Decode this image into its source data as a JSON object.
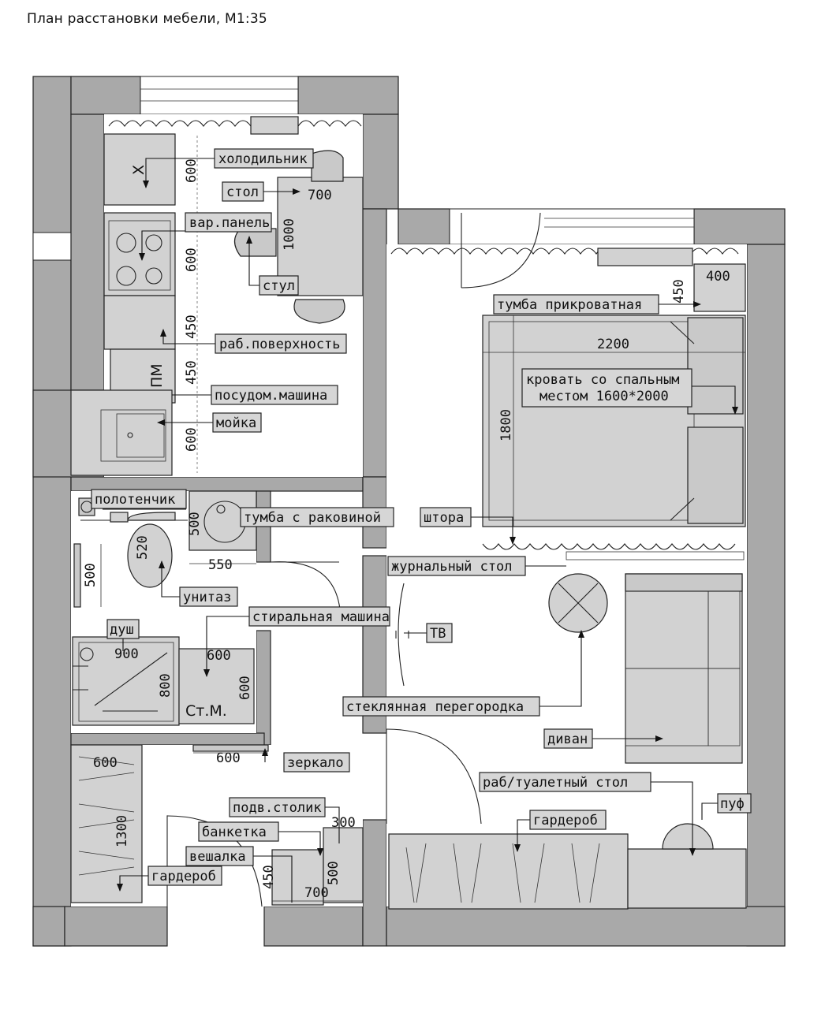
{
  "title": "План расстановки мебели, М1:35",
  "labels": {
    "holodilnik": "холодильник",
    "stol": "стол",
    "var_panel": "вар.панель",
    "stul": "стул",
    "rab_poverhnost": "раб.поверхность",
    "posudom": "посудом.машина",
    "moika": "мойка",
    "polotenchik": "полотенчик",
    "tumba_rakovina": "тумба с раковиной",
    "unitaz": "унитаз",
    "stiralnaya": "стиральная машина",
    "dush": "душ",
    "zerkalo": "зеркало",
    "podv_stolik": "подв.столик",
    "banketka": "банкетка",
    "veshalka": "вешалка",
    "garderob_left": "гардероб",
    "tumba_prikrovatnaya": "тумба прикроватная",
    "krovat_line1": "кровать со спальным",
    "krovat_line2": "местом 1600*2000",
    "shtora": "штора",
    "zhurnalny_stol": "журнальный стол",
    "tv": "ТВ",
    "steklyannaya": "стеклянная перегородка",
    "divan": "диван",
    "rab_stol": "раб/туалетный стол",
    "puf": "пуф",
    "garderob_right": "гардероб"
  },
  "marks": {
    "fridge_x": "Х",
    "dishwasher": "ПМ",
    "washer": "Ст.М."
  },
  "dims": {
    "d600a": "600",
    "d600b": "600",
    "d450a": "450",
    "d450b": "450",
    "d600c": "600",
    "d700": "700",
    "d1000": "1000",
    "d500_sink": "500",
    "d550": "550",
    "d520": "520",
    "d500_towel": "500",
    "d900": "900",
    "d800": "800",
    "d600_wm_top": "600",
    "d600_wm_side": "600",
    "d600_mirror": "600",
    "d600_ward": "600",
    "d1300": "1300",
    "d300": "300",
    "d500_ban": "500",
    "d450_ban": "450",
    "d700_ban": "700",
    "d400": "400",
    "d450_tumba": "450",
    "d2200": "2200",
    "d1800": "1800"
  }
}
